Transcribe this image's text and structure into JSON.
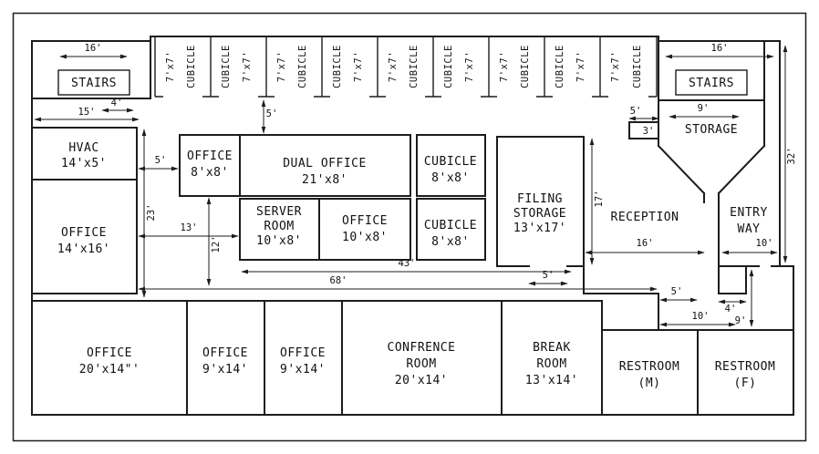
{
  "page": {
    "background": "#ffffff",
    "line_color": "#1c1c1c"
  },
  "rooms": {
    "stairs_left": {
      "name": "STAIRS"
    },
    "stairs_right": {
      "name": "STAIRS"
    },
    "storage": {
      "name": "STORAGE"
    },
    "hvac": {
      "name": "HVAC",
      "size": "14'x5'"
    },
    "office_left": {
      "name": "OFFICE",
      "size": "14'x16'"
    },
    "office_small": {
      "name": "OFFICE",
      "size": "8'x8'"
    },
    "dual_office": {
      "name": "DUAL OFFICE",
      "size": "21'x8'"
    },
    "cubicle_upper": {
      "name": "CUBICLE",
      "size": "8'x8'"
    },
    "server_room": {
      "name_line1": "SERVER",
      "name_line2": "ROOM",
      "size": "10'x8'"
    },
    "office_mid": {
      "name": "OFFICE",
      "size": "10'x8'"
    },
    "cubicle_lower": {
      "name": "CUBICLE",
      "size": "8'x8'"
    },
    "filing_storage": {
      "name_line1": "FILING",
      "name_line2": "STORAGE",
      "size": "13'x17'"
    },
    "reception": {
      "name": "RECEPTION"
    },
    "entry_way": {
      "name_line1": "ENTRY",
      "name_line2": "WAY"
    },
    "office_bottom_1": {
      "name": "OFFICE",
      "size": "20'x14\"'"
    },
    "office_bottom_2": {
      "name": "OFFICE",
      "size": "9'x14'"
    },
    "office_bottom_3": {
      "name": "OFFICE",
      "size": "9'x14'"
    },
    "conference_room": {
      "name_line1": "CONFRENCE",
      "name_line2": "ROOM",
      "size": "20'x14'"
    },
    "break_room": {
      "name_line1": "BREAK",
      "name_line2": "ROOM",
      "size": "13'x14'"
    },
    "restroom_m": {
      "name": "RESTROOM",
      "suffix": "(M)"
    },
    "restroom_f": {
      "name": "RESTROOM",
      "suffix": "(F)"
    }
  },
  "cubicle_row": {
    "count": 9,
    "size_label": "7'x7'",
    "name_label": "CUBICLE"
  },
  "dimensions": {
    "stairs_left_width": "16'",
    "stairs_left_offset": "4'",
    "left_wing_width": "15'",
    "corridor_gap_5": "5'",
    "dual_office_top_gap": "5'",
    "left_corridor_height": "23'",
    "corridor_width_13": "13'",
    "corridor_height_12": "12'",
    "core_width_43": "43'",
    "building_width_68": "68'",
    "filing_height_17": "17'",
    "reception_width_16": "16'",
    "filing_door_5": "5'",
    "reception_door_5": "5'",
    "hall_width_10": "10'",
    "closet_width_4": "4'",
    "hall_height_9": "9'",
    "storage_notch_5": "5'",
    "storage_notch_3": "3'",
    "storage_width_9": "9'",
    "stairs_right_width": "16'",
    "building_height_32": "32'",
    "entry_width_10": "10'"
  }
}
